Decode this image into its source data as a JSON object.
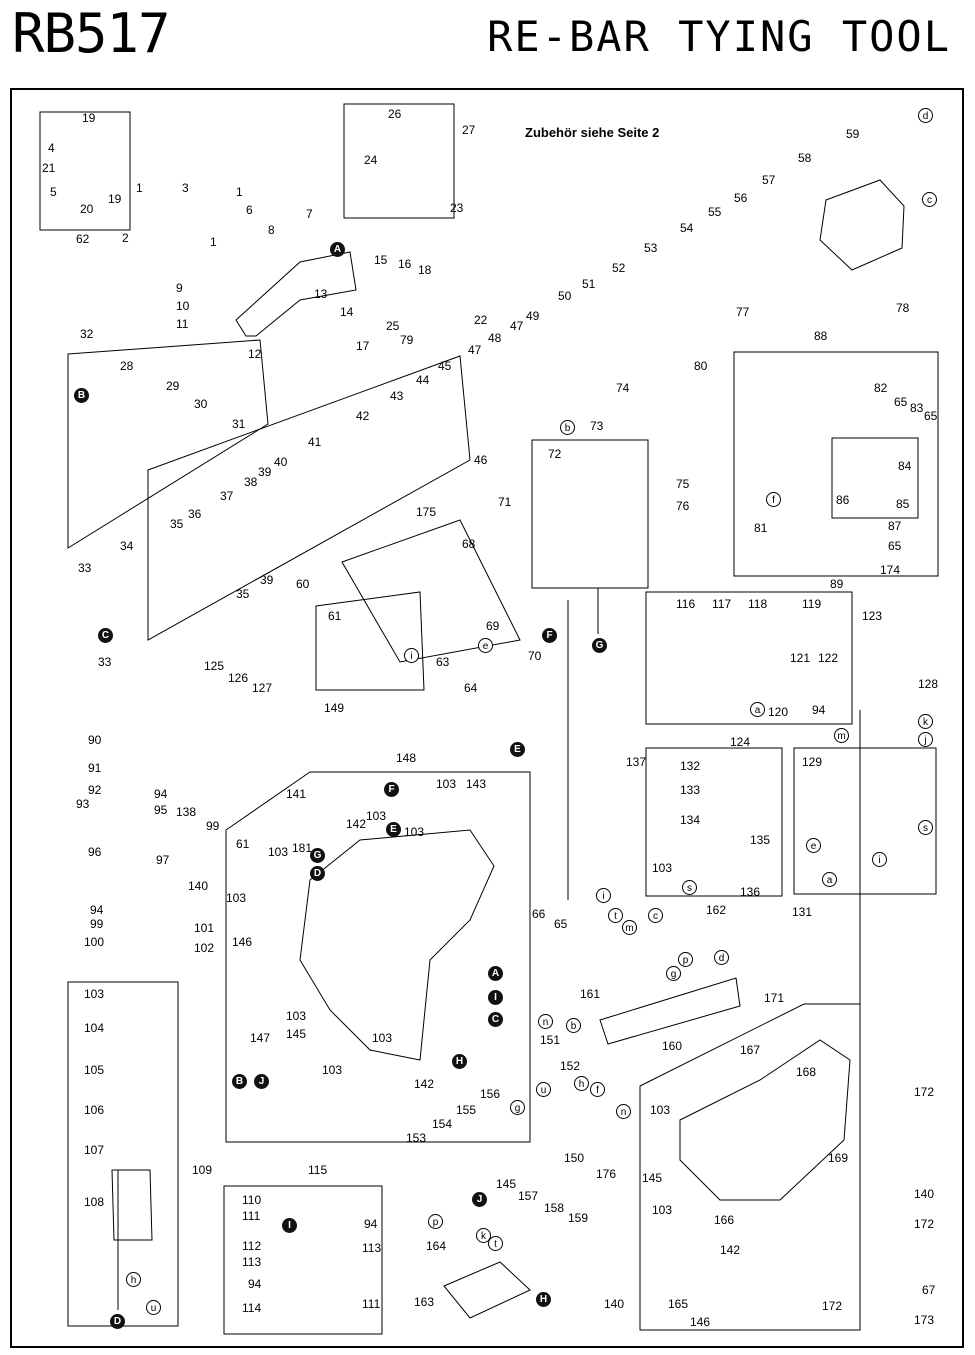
{
  "header": {
    "model": "RB517",
    "title": "RE-BAR TYING  TOOL"
  },
  "note": "Zubehör siehe Seite 2",
  "part_labels": [
    [
      "19",
      82,
      112
    ],
    [
      "4",
      48,
      142
    ],
    [
      "21",
      42,
      162
    ],
    [
      "5",
      50,
      186
    ],
    [
      "20",
      80,
      203
    ],
    [
      "19",
      108,
      193
    ],
    [
      "62",
      76,
      233
    ],
    [
      "1",
      136,
      182
    ],
    [
      "3",
      182,
      182
    ],
    [
      "1",
      236,
      186
    ],
    [
      "6",
      246,
      204
    ],
    [
      "2",
      122,
      232
    ],
    [
      "1",
      210,
      236
    ],
    [
      "9",
      176,
      282
    ],
    [
      "10",
      176,
      300
    ],
    [
      "11",
      176,
      318
    ],
    [
      "12",
      248,
      348
    ],
    [
      "26",
      388,
      108
    ],
    [
      "27",
      462,
      124
    ],
    [
      "24",
      364,
      154
    ],
    [
      "23",
      450,
      202
    ],
    [
      "7",
      306,
      208
    ],
    [
      "8",
      268,
      224
    ],
    [
      "15",
      374,
      254
    ],
    [
      "16",
      398,
      258
    ],
    [
      "18",
      418,
      264
    ],
    [
      "13",
      314,
      288
    ],
    [
      "14",
      340,
      306
    ],
    [
      "25",
      386,
      320
    ],
    [
      "79",
      400,
      334
    ],
    [
      "17",
      356,
      340
    ],
    [
      "22",
      474,
      314
    ],
    [
      "32",
      80,
      328
    ],
    [
      "28",
      120,
      360
    ],
    [
      "29",
      166,
      380
    ],
    [
      "30",
      194,
      398
    ],
    [
      "31",
      232,
      418
    ],
    [
      "47",
      468,
      344
    ],
    [
      "48",
      488,
      332
    ],
    [
      "47",
      510,
      320
    ],
    [
      "49",
      526,
      310
    ],
    [
      "50",
      558,
      290
    ],
    [
      "51",
      582,
      278
    ],
    [
      "52",
      612,
      262
    ],
    [
      "53",
      644,
      242
    ],
    [
      "54",
      680,
      222
    ],
    [
      "55",
      708,
      206
    ],
    [
      "56",
      734,
      192
    ],
    [
      "57",
      762,
      174
    ],
    [
      "58",
      798,
      152
    ],
    [
      "59",
      846,
      128
    ],
    [
      "77",
      736,
      306
    ],
    [
      "78",
      896,
      302
    ],
    [
      "88",
      814,
      330
    ],
    [
      "80",
      694,
      360
    ],
    [
      "74",
      616,
      382
    ],
    [
      "73",
      590,
      420
    ],
    [
      "72",
      548,
      448
    ],
    [
      "82",
      874,
      382
    ],
    [
      "65",
      894,
      396
    ],
    [
      "83",
      910,
      402
    ],
    [
      "65",
      924,
      410
    ],
    [
      "84",
      898,
      460
    ],
    [
      "86",
      836,
      494
    ],
    [
      "87",
      888,
      520
    ],
    [
      "85",
      896,
      498
    ],
    [
      "75",
      676,
      478
    ],
    [
      "76",
      676,
      500
    ],
    [
      "81",
      754,
      522
    ],
    [
      "65",
      888,
      540
    ],
    [
      "174",
      880,
      564
    ],
    [
      "89",
      830,
      578
    ],
    [
      "71",
      498,
      496
    ],
    [
      "45",
      438,
      360
    ],
    [
      "44",
      416,
      374
    ],
    [
      "43",
      390,
      390
    ],
    [
      "42",
      356,
      410
    ],
    [
      "41",
      308,
      436
    ],
    [
      "40",
      274,
      456
    ],
    [
      "39",
      258,
      466
    ],
    [
      "38",
      244,
      476
    ],
    [
      "37",
      220,
      490
    ],
    [
      "36",
      188,
      508
    ],
    [
      "35",
      170,
      518
    ],
    [
      "46",
      474,
      454
    ],
    [
      "34",
      120,
      540
    ],
    [
      "33",
      78,
      562
    ],
    [
      "35",
      236,
      588
    ],
    [
      "39",
      260,
      574
    ],
    [
      "33",
      98,
      656
    ],
    [
      "175",
      416,
      506
    ],
    [
      "68",
      462,
      538
    ],
    [
      "69",
      486,
      620
    ],
    [
      "70",
      528,
      650
    ],
    [
      "60",
      296,
      578
    ],
    [
      "61",
      328,
      610
    ],
    [
      "63",
      436,
      656
    ],
    [
      "64",
      464,
      682
    ],
    [
      "116",
      676,
      598
    ],
    [
      "117",
      712,
      598
    ],
    [
      "118",
      748,
      598
    ],
    [
      "119",
      802,
      598
    ],
    [
      "123",
      862,
      610
    ],
    [
      "121",
      790,
      652
    ],
    [
      "122",
      818,
      652
    ],
    [
      "120",
      768,
      706
    ],
    [
      "94",
      812,
      704
    ],
    [
      "124",
      730,
      736
    ],
    [
      "128",
      918,
      678
    ],
    [
      "125",
      204,
      660
    ],
    [
      "126",
      228,
      672
    ],
    [
      "127",
      252,
      682
    ],
    [
      "149",
      324,
      702
    ],
    [
      "148",
      396,
      752
    ],
    [
      "90",
      88,
      734
    ],
    [
      "91",
      88,
      762
    ],
    [
      "92",
      88,
      784
    ],
    [
      "94",
      154,
      788
    ],
    [
      "93",
      76,
      798
    ],
    [
      "95",
      154,
      804
    ],
    [
      "138",
      176,
      806
    ],
    [
      "99",
      206,
      820
    ],
    [
      "96",
      88,
      846
    ],
    [
      "97",
      156,
      854
    ],
    [
      "61",
      236,
      838
    ],
    [
      "103",
      268,
      846
    ],
    [
      "141",
      286,
      788
    ],
    [
      "103",
      436,
      778
    ],
    [
      "143",
      466,
      778
    ],
    [
      "142",
      346,
      818
    ],
    [
      "103",
      366,
      810
    ],
    [
      "103",
      404,
      826
    ],
    [
      "181",
      292,
      842
    ],
    [
      "140",
      188,
      880
    ],
    [
      "103",
      226,
      892
    ],
    [
      "94",
      90,
      904
    ],
    [
      "99",
      90,
      918
    ],
    [
      "100",
      84,
      936
    ],
    [
      "101",
      194,
      922
    ],
    [
      "102",
      194,
      942
    ],
    [
      "146",
      232,
      936
    ],
    [
      "147",
      250,
      1032
    ],
    [
      "103",
      286,
      1010
    ],
    [
      "145",
      286,
      1028
    ],
    [
      "103",
      372,
      1032
    ],
    [
      "103",
      322,
      1064
    ],
    [
      "142",
      414,
      1078
    ],
    [
      "137",
      626,
      756
    ],
    [
      "132",
      680,
      760
    ],
    [
      "133",
      680,
      784
    ],
    [
      "134",
      680,
      814
    ],
    [
      "135",
      750,
      834
    ],
    [
      "103",
      652,
      862
    ],
    [
      "136",
      740,
      886
    ],
    [
      "129",
      802,
      756
    ],
    [
      "131",
      792,
      906
    ],
    [
      "162",
      706,
      904
    ],
    [
      "66",
      532,
      908
    ],
    [
      "65",
      554,
      918
    ],
    [
      "161",
      580,
      988
    ],
    [
      "160",
      662,
      1040
    ],
    [
      "151",
      540,
      1034
    ],
    [
      "152",
      560,
      1060
    ],
    [
      "171",
      764,
      992
    ],
    [
      "167",
      740,
      1044
    ],
    [
      "168",
      796,
      1066
    ],
    [
      "169",
      828,
      1152
    ],
    [
      "172",
      914,
      1086
    ],
    [
      "103",
      650,
      1104
    ],
    [
      "156",
      480,
      1088
    ],
    [
      "155",
      456,
      1104
    ],
    [
      "154",
      432,
      1118
    ],
    [
      "153",
      406,
      1132
    ],
    [
      "150",
      564,
      1152
    ],
    [
      "176",
      596,
      1168
    ],
    [
      "145",
      642,
      1172
    ],
    [
      "103",
      652,
      1204
    ],
    [
      "166",
      714,
      1214
    ],
    [
      "142",
      720,
      1244
    ],
    [
      "140",
      914,
      1188
    ],
    [
      "172",
      914,
      1218
    ],
    [
      "115",
      308,
      1164
    ],
    [
      "110",
      242,
      1194
    ],
    [
      "111",
      242,
      1210
    ],
    [
      "94",
      364,
      1218
    ],
    [
      "112",
      242,
      1240
    ],
    [
      "113",
      362,
      1242
    ],
    [
      "113",
      242,
      1256
    ],
    [
      "94",
      248,
      1278
    ],
    [
      "114",
      242,
      1302
    ],
    [
      "111",
      362,
      1298
    ],
    [
      "145",
      496,
      1178
    ],
    [
      "157",
      518,
      1190
    ],
    [
      "158",
      544,
      1202
    ],
    [
      "159",
      568,
      1212
    ],
    [
      "164",
      426,
      1240
    ],
    [
      "163",
      414,
      1296
    ],
    [
      "140",
      604,
      1298
    ],
    [
      "165",
      668,
      1298
    ],
    [
      "146",
      690,
      1316
    ],
    [
      "172",
      822,
      1300
    ],
    [
      "67",
      922,
      1284
    ],
    [
      "173",
      914,
      1314
    ],
    [
      "103",
      84,
      988
    ],
    [
      "104",
      84,
      1022
    ],
    [
      "105",
      84,
      1064
    ],
    [
      "106",
      84,
      1104
    ],
    [
      "107",
      84,
      1144
    ],
    [
      "108",
      84,
      1196
    ],
    [
      "109",
      192,
      1164
    ]
  ],
  "letter_refs": [
    [
      "A",
      330,
      242,
      "filled"
    ],
    [
      "B",
      74,
      388,
      "filled"
    ],
    [
      "C",
      98,
      628,
      "filled"
    ],
    [
      "F",
      542,
      628,
      "filled"
    ],
    [
      "G",
      592,
      638,
      "filled"
    ],
    [
      "E",
      510,
      742,
      "filled"
    ],
    [
      "F",
      384,
      782,
      "filled"
    ],
    [
      "E",
      386,
      822,
      "filled"
    ],
    [
      "G",
      310,
      848,
      "filled"
    ],
    [
      "D",
      310,
      866,
      "filled"
    ],
    [
      "A",
      488,
      966,
      "filled"
    ],
    [
      "I",
      488,
      990,
      "filled"
    ],
    [
      "C",
      488,
      1012,
      "filled"
    ],
    [
      "H",
      452,
      1054,
      "filled"
    ],
    [
      "B",
      232,
      1074,
      "filled"
    ],
    [
      "J",
      254,
      1074,
      "filled"
    ],
    [
      "I",
      282,
      1218,
      "filled"
    ],
    [
      "J",
      472,
      1192,
      "filled"
    ],
    [
      "H",
      536,
      1292,
      "filled"
    ],
    [
      "D",
      110,
      1314,
      "filled"
    ],
    [
      "d",
      918,
      108,
      "open"
    ],
    [
      "c",
      922,
      192,
      "open"
    ],
    [
      "b",
      560,
      420,
      "open"
    ],
    [
      "e",
      478,
      638,
      "open"
    ],
    [
      "i",
      404,
      648,
      "open"
    ],
    [
      "f",
      766,
      492,
      "open"
    ],
    [
      "a",
      750,
      702,
      "open"
    ],
    [
      "k",
      918,
      714,
      "open"
    ],
    [
      "m",
      834,
      728,
      "open"
    ],
    [
      "j",
      918,
      732,
      "open"
    ],
    [
      "s",
      682,
      880,
      "open"
    ],
    [
      "s",
      918,
      820,
      "open"
    ],
    [
      "e",
      806,
      838,
      "open"
    ],
    [
      "i",
      872,
      852,
      "open"
    ],
    [
      "a",
      822,
      872,
      "open"
    ],
    [
      "i",
      596,
      888,
      "open"
    ],
    [
      "t",
      608,
      908,
      "open"
    ],
    [
      "m",
      622,
      920,
      "open"
    ],
    [
      "c",
      648,
      908,
      "open"
    ],
    [
      "p",
      678,
      952,
      "open"
    ],
    [
      "g",
      666,
      966,
      "open"
    ],
    [
      "d",
      714,
      950,
      "open"
    ],
    [
      "n",
      538,
      1014,
      "open"
    ],
    [
      "b",
      566,
      1018,
      "open"
    ],
    [
      "u",
      536,
      1082,
      "open"
    ],
    [
      "h",
      574,
      1076,
      "open"
    ],
    [
      "f",
      590,
      1082,
      "open"
    ],
    [
      "g",
      510,
      1100,
      "open"
    ],
    [
      "n",
      616,
      1104,
      "open"
    ],
    [
      "p",
      428,
      1214,
      "open"
    ],
    [
      "k",
      476,
      1228,
      "open"
    ],
    [
      "t",
      488,
      1236,
      "open"
    ],
    [
      "h",
      126,
      1272,
      "open"
    ],
    [
      "u",
      146,
      1300,
      "open"
    ]
  ],
  "icons": {
    "filled_marker": "filled-circle-letter-icon",
    "open_marker": "open-circle-letter-icon"
  }
}
